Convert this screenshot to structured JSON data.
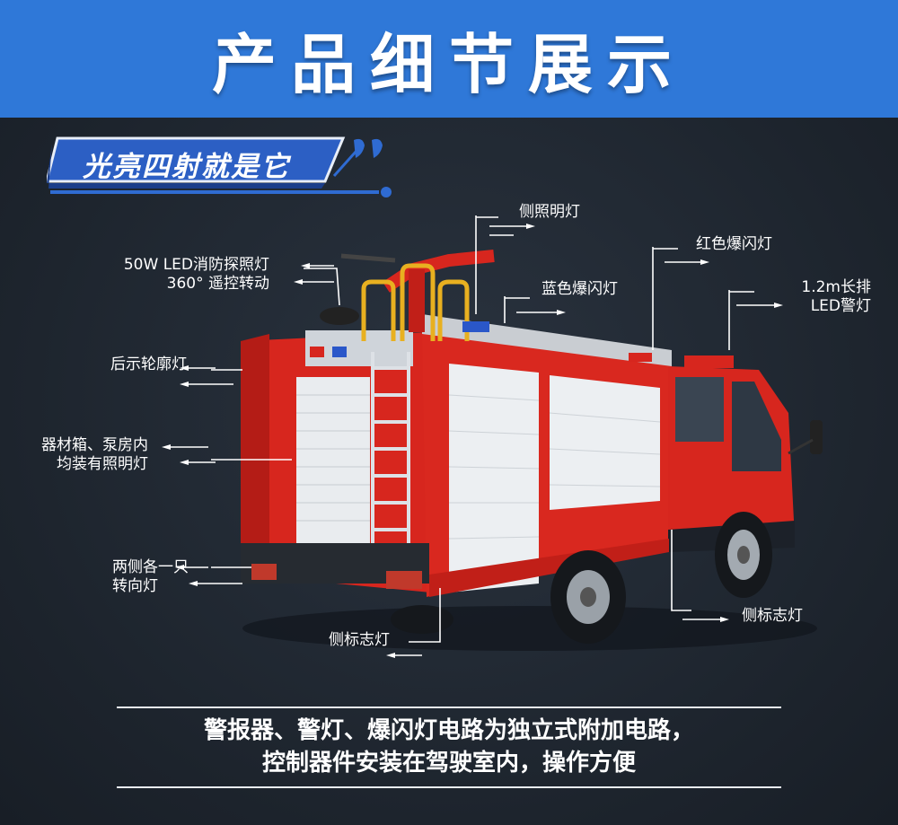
{
  "header": {
    "title": "产品细节展示"
  },
  "section": {
    "title": "光亮四射就是它"
  },
  "labels": {
    "led_light_line1": "50W LED消防探照灯",
    "led_light_line2": "360° 遥控转动",
    "rear_outline": "后示轮廓灯",
    "equipment_line1": "器材箱、泵房内",
    "equipment_line2": "均装有照明灯",
    "turn_line1": "两侧各一只",
    "turn_line2": "转向灯",
    "side_marker_bottom": "侧标志灯",
    "side_light": "侧照明灯",
    "blue_flash": "蓝色爆闪灯",
    "red_flash": "红色爆闪灯",
    "led_bar_line1": "1.2m长排",
    "led_bar_line2": "LED警灯",
    "side_marker_right": "侧标志灯"
  },
  "footer": {
    "line1": "警报器、警灯、爆闪灯电路为独立式附加电路，",
    "line2": "控制器件安装在驾驶室内，操作方便"
  },
  "colors": {
    "header_bg": "#2f78d8",
    "stage_bg": "#1f2630",
    "truck_red": "#d7261e",
    "ribbon_blue": "#2c5fc4"
  }
}
